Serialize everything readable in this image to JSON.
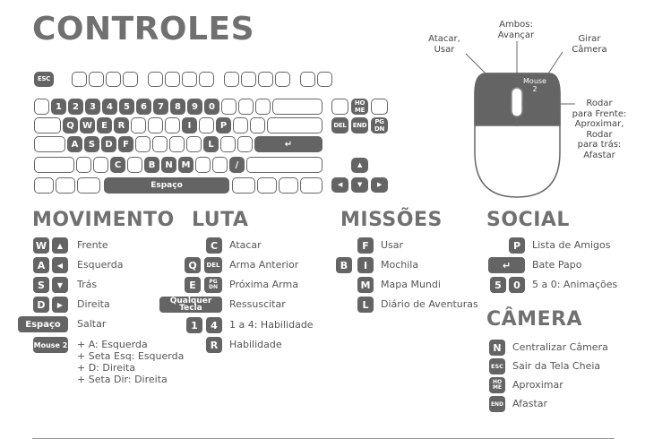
{
  "title": "CONTROLES",
  "keyboard": {
    "esc": "ESC",
    "numbers": [
      "1",
      "2",
      "3",
      "4",
      "5",
      "6",
      "7",
      "8",
      "9",
      "0"
    ],
    "row_q": [
      "Q",
      "W",
      "E",
      "R",
      "I",
      "P"
    ],
    "row_a": [
      "A",
      "S",
      "D",
      "F",
      "L"
    ],
    "row_z": [
      "C",
      "B",
      "N",
      "M",
      "/"
    ],
    "enter": "↵",
    "space": "Espaço",
    "home": [
      "HO",
      "ME"
    ],
    "del": "DEL",
    "end": "END",
    "pgdn": [
      "PG",
      "DN"
    ],
    "arrows": {
      "up": "▲",
      "left": "◀",
      "down": "▼",
      "right": "▶"
    }
  },
  "mouse": {
    "label_left": [
      "Atacar,",
      "Usar"
    ],
    "label_both": [
      "Ambos:",
      "Avançar"
    ],
    "label_right": [
      "Girar",
      "Câmera"
    ],
    "label_wheel": [
      "Rodar",
      "para Frente:",
      "Aproximar,",
      "Rodar",
      "para trás:",
      "Afastar"
    ],
    "button_text": [
      "Mouse",
      "2"
    ]
  },
  "movimento": {
    "title": "MOVIMENTO",
    "rows": [
      {
        "keys": [
          "W",
          "▲"
        ],
        "label": "Frente"
      },
      {
        "keys": [
          "A",
          "◀"
        ],
        "label": "Esquerda"
      },
      {
        "keys": [
          "S",
          "▼"
        ],
        "label": "Trás"
      },
      {
        "keys": [
          "D",
          "▶"
        ],
        "label": "Direita"
      },
      {
        "keys": [
          "Espaço"
        ],
        "label": "Saltar"
      },
      {
        "keys": [
          "Mouse 2"
        ],
        "label": "+ A: Esquerda"
      }
    ],
    "extra": [
      "+ Seta Esq: Esquerda",
      "+ D: Direita",
      "+ Seta Dir: Direita"
    ]
  },
  "luta": {
    "title": "LUTA",
    "rows": [
      {
        "keys": [
          "C"
        ],
        "label": "Atacar"
      },
      {
        "keys": [
          "Q",
          "DEL"
        ],
        "label": "Arma Anterior"
      },
      {
        "keys": [
          "E",
          "PG DN"
        ],
        "label": "Próxima Arma"
      },
      {
        "keys": [
          "Qualquer Tecla"
        ],
        "label": "Ressuscitar"
      },
      {
        "keys": [
          "1",
          "4"
        ],
        "label": "1 a 4: Habilidade"
      },
      {
        "keys": [
          "R"
        ],
        "label": "Habilidade"
      }
    ]
  },
  "missoes": {
    "title": "MISSÕES",
    "rows": [
      {
        "keys": [
          "F"
        ],
        "label": "Usar"
      },
      {
        "keys": [
          "B",
          "I"
        ],
        "label": "Mochila"
      },
      {
        "keys": [
          "M"
        ],
        "label": "Mapa Mundi"
      },
      {
        "keys": [
          "L"
        ],
        "label": "Diário de Aventuras"
      }
    ]
  },
  "social": {
    "title": "SOCIAL",
    "rows": [
      {
        "keys": [
          "P"
        ],
        "label": "Lista de Amigos"
      },
      {
        "keys": [
          "↵"
        ],
        "label": "Bate Papo"
      },
      {
        "keys": [
          "5",
          "0"
        ],
        "label": "5 a 0: Animações"
      }
    ]
  },
  "camera": {
    "title": "CÂMERA",
    "rows": [
      {
        "keys": [
          "N"
        ],
        "label": "Centralizar Câmera"
      },
      {
        "keys": [
          "ESC"
        ],
        "label": "Sair da Tela Cheia"
      },
      {
        "keys": [
          "HO ME"
        ],
        "label": "Aproximar"
      },
      {
        "keys": [
          "END"
        ],
        "label": "Afastar"
      }
    ]
  },
  "colors": {
    "key_dark": "#646464",
    "title": "#707070",
    "text": "#555555"
  }
}
